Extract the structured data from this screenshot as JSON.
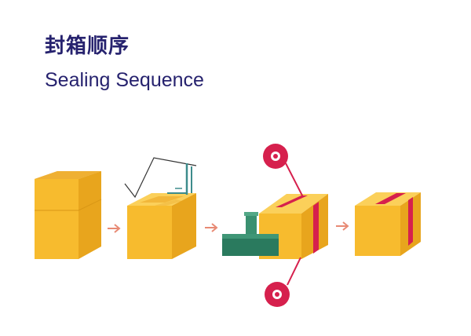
{
  "title_cn": "封箱顺序",
  "title_en": "Sealing Sequence",
  "colors": {
    "title": "#26226e",
    "box_front": "#f7bb2e",
    "box_side": "#e8a51d",
    "box_top": "#fbd05a",
    "tape_red": "#d6204d",
    "arrow": "#e88a74",
    "pusher_green": "#2a7a5e"
  },
  "steps": [
    {
      "name": "open-box"
    },
    {
      "name": "flaps-folding"
    },
    {
      "name": "tape-sealing"
    },
    {
      "name": "sealed-box"
    }
  ],
  "icons": [
    "arrow-right-icon",
    "tape-roll-icon",
    "pusher-icon",
    "folding-arm-icon"
  ]
}
